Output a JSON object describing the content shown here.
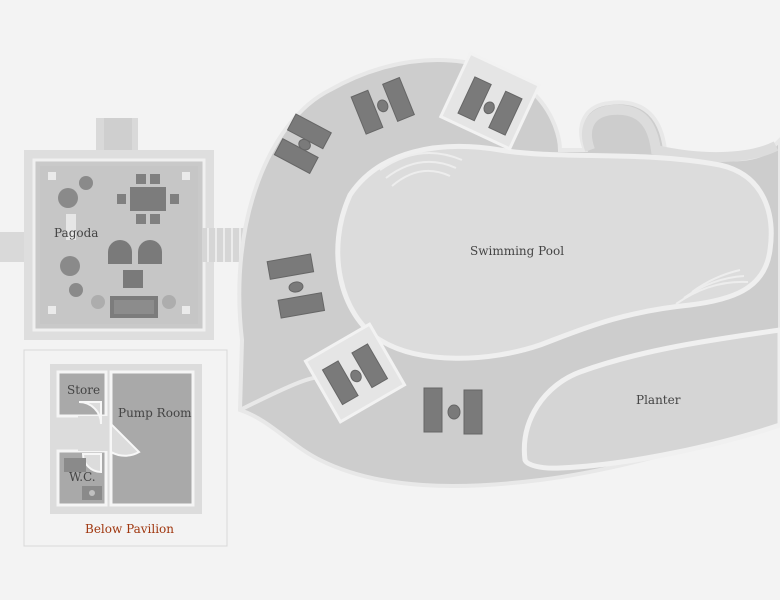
{
  "labels": {
    "pagoda": "Pagoda",
    "swimming_pool": "Swimming Pool",
    "planter": "Planter",
    "store": "Store",
    "pump_room": "Pump Room",
    "wc": "W.C.",
    "below_pavilion": "Below Pavilion"
  },
  "colors": {
    "background": "#f3f3f3",
    "pool": "#dcdcdc",
    "deck": "#cdcdcd",
    "rim": "#e9e9e9",
    "wall": "#d9d9d9",
    "room": "#a9a9a9",
    "furniture": "#7a7a7a",
    "accent": "#a0370f"
  }
}
